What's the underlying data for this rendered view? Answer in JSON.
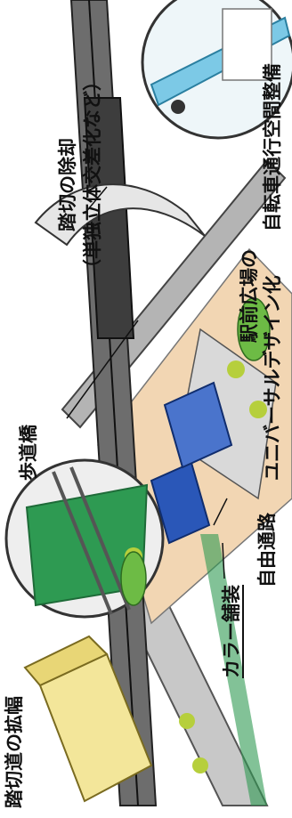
{
  "labels": {
    "crossing_widen": "踏切道の拡幅",
    "color_paving": "カラー舗装",
    "free_passage": "自由通路",
    "footbridge": "歩道橋",
    "crossing_removal_1": "踏切の除却",
    "crossing_removal_2": "（単独立体交差化など）",
    "bike_lane": "自転車通行空間整備",
    "station_plaza_1": "駅前広場の",
    "station_plaza_2": "ユニバーサルデザイン化"
  },
  "colors": {
    "road_gray": "#8c8c8c",
    "road_light": "#c8c8c8",
    "ground_tan": "#f2d6b3",
    "green_paving": "#2e9a52",
    "building_yellow": "#f3e69a",
    "station_blue": "#2a57b8",
    "water_blue": "#7cc9e6",
    "tree_green": "#b6cf3c"
  }
}
